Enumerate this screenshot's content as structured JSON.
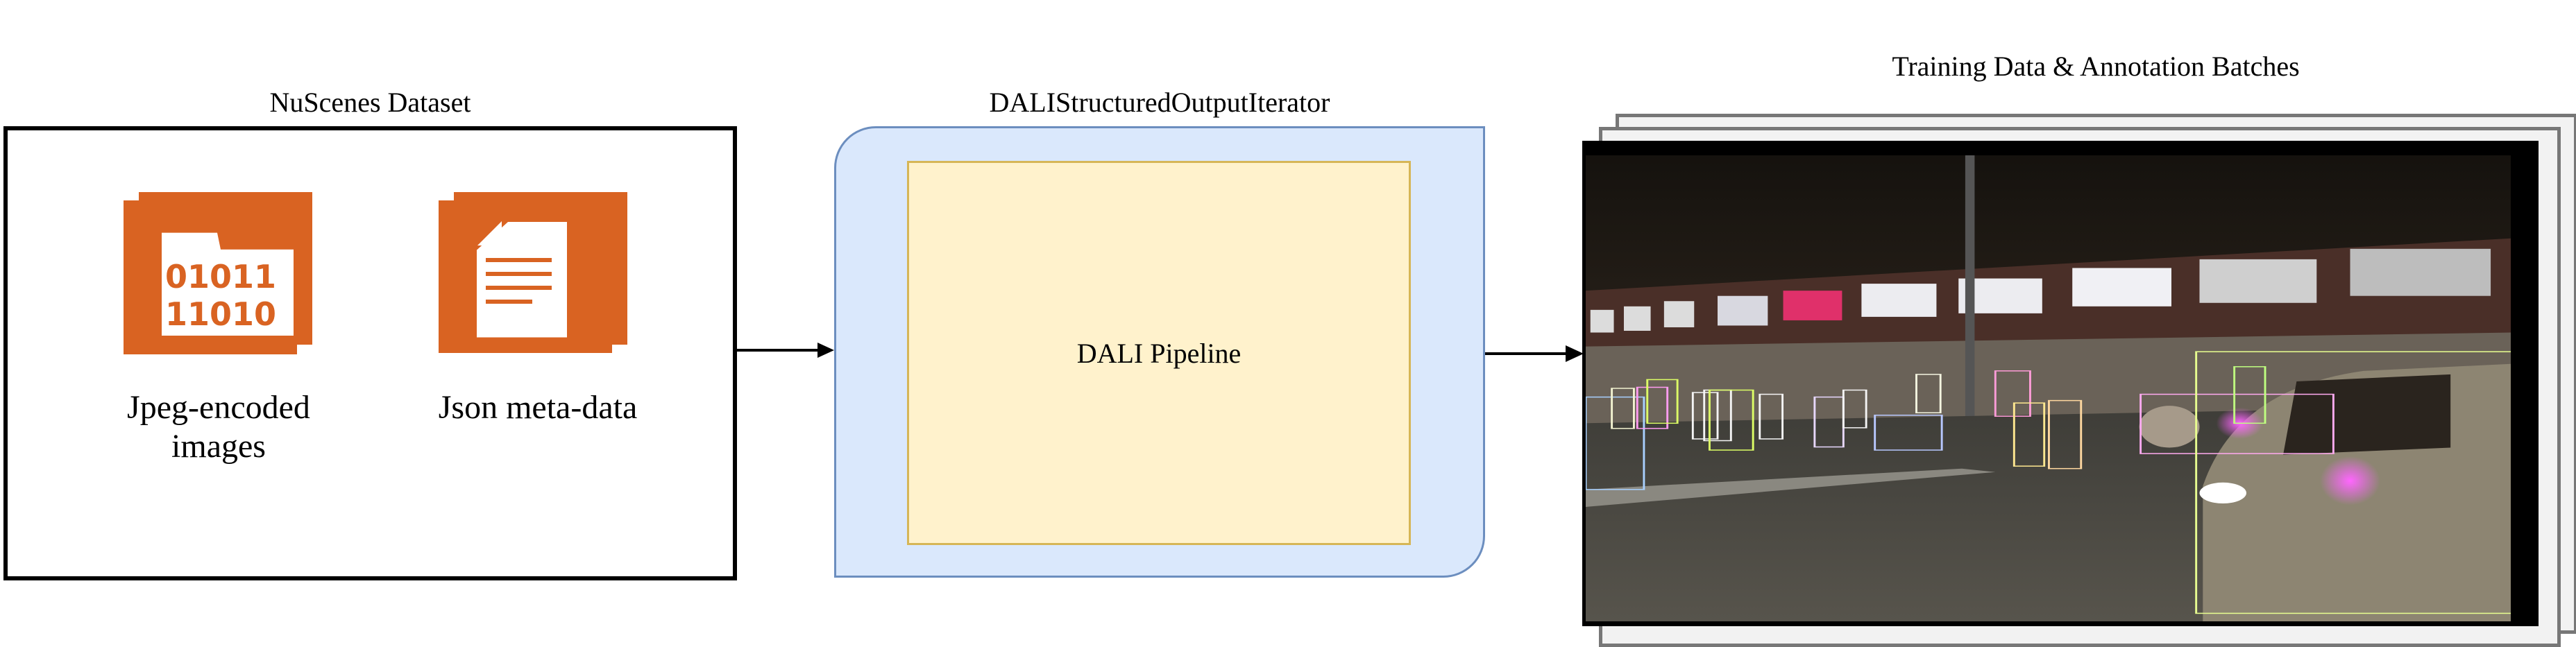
{
  "dataset": {
    "title": "NuScenes Dataset",
    "items": [
      {
        "label_line1": "Jpeg-encoded",
        "label_line2": "images",
        "icon": "binary-file-icon",
        "icon_text_line1": "01011",
        "icon_text_line2": "11010"
      },
      {
        "label_line1": "Json meta-data",
        "icon": "document-icon"
      }
    ]
  },
  "iterator": {
    "title": "DALIStructuredOutputIterator",
    "pipeline_label": "DALI Pipeline"
  },
  "output": {
    "title": "Training Data & Annotation  Batches"
  },
  "colors": {
    "icon_orange": "#d96322",
    "iterator_fill": "#dae8fc",
    "iterator_stroke": "#6c8ebf",
    "pipeline_fill": "#fff2cc",
    "pipeline_stroke": "#d6b656"
  }
}
